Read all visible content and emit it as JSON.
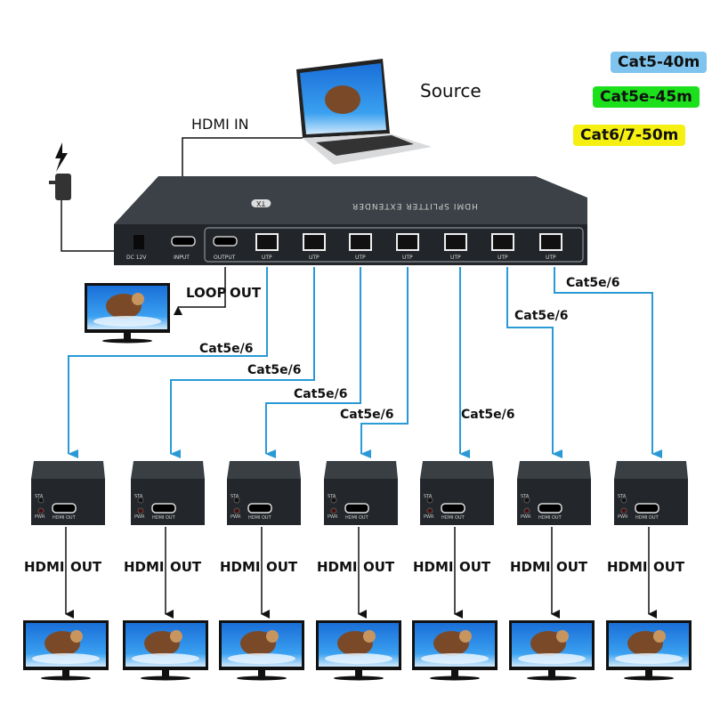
{
  "legend": [
    {
      "label": "Cat5-40m",
      "color": "#7fc4ee"
    },
    {
      "label": "Cat5e-45m",
      "color": "#1de01d"
    },
    {
      "label": "Cat6/7-50m",
      "color": "#f5f011"
    }
  ],
  "source_label": "Source",
  "hdmi_in_label": "HDMI IN",
  "loop_out": {
    "left": "LOOP",
    "right": "OUT"
  },
  "splitter": {
    "title": "HDMI SPLITTER  EXTENDER",
    "badge": "TX",
    "ports": {
      "dc": "DC 12V",
      "input": "INPUT",
      "output": "OUTPUT",
      "utp": "UTP"
    },
    "utp_count": 7
  },
  "cable_label": "Cat5e/6",
  "receiver": {
    "sta": "STA",
    "pwr": "PWR",
    "hdmi": "HDMI OUT"
  },
  "hdmi_out": {
    "left": "HDMI",
    "right": "OUT"
  },
  "colors": {
    "cable": "#2a9ad6",
    "device": "#2b2f33"
  }
}
